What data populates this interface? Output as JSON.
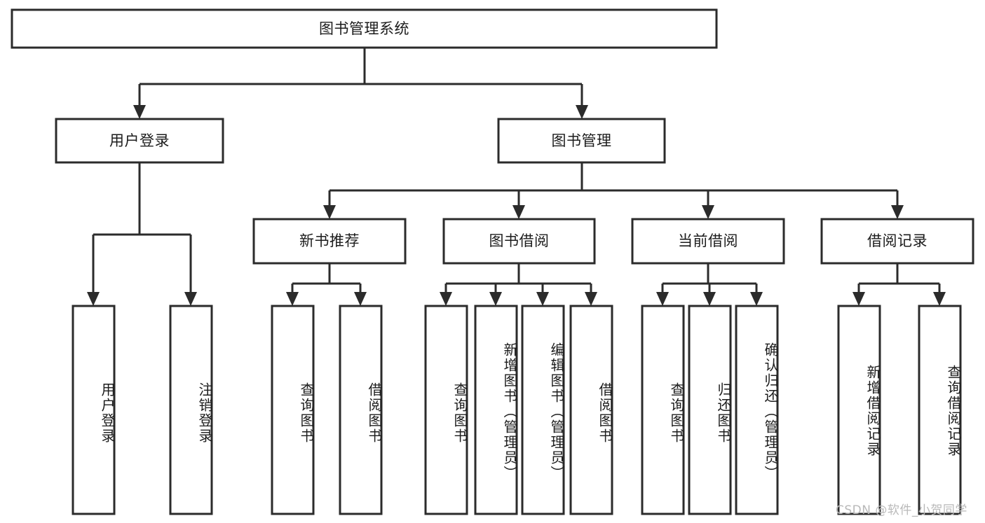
{
  "diagram": {
    "type": "tree-hierarchy",
    "title": "图书管理系统",
    "watermark": "CSDN @软件_小贺同学",
    "colors": {
      "node_stroke": "#2b2b2b",
      "node_fill": "#ffffff",
      "text": "#1c1c1c",
      "background": "#ffffff",
      "watermark": "#b9b9b9"
    },
    "levels": {
      "root": {
        "label": "图书管理系统"
      },
      "level2": [
        {
          "id": "user-login",
          "label": "用户登录"
        },
        {
          "id": "book-management",
          "label": "图书管理"
        }
      ],
      "level3": [
        {
          "id": "new-book-recommend",
          "label": "新书推荐",
          "parent": "book-management"
        },
        {
          "id": "book-borrow",
          "label": "图书借阅",
          "parent": "book-management"
        },
        {
          "id": "current-borrow",
          "label": "当前借阅",
          "parent": "book-management"
        },
        {
          "id": "borrow-record",
          "label": "借阅记录",
          "parent": "book-management"
        }
      ],
      "leaves": {
        "user-login": [
          {
            "id": "leaf-user-login",
            "label": "用户登录"
          },
          {
            "id": "leaf-logout",
            "label": "注销登录"
          }
        ],
        "new-book-recommend": [
          {
            "id": "leaf-query-book-1",
            "label": "查询图书"
          },
          {
            "id": "leaf-borrow-book-1",
            "label": "借阅图书"
          }
        ],
        "book-borrow": [
          {
            "id": "leaf-query-book-2",
            "label": "查询图书"
          },
          {
            "id": "leaf-add-book",
            "label": "新增图书（管理员）"
          },
          {
            "id": "leaf-edit-book",
            "label": "编辑图书（管理员）"
          },
          {
            "id": "leaf-borrow-book-2",
            "label": "借阅图书"
          }
        ],
        "current-borrow": [
          {
            "id": "leaf-query-book-3",
            "label": "查询图书"
          },
          {
            "id": "leaf-return-book",
            "label": "归还图书"
          },
          {
            "id": "leaf-confirm-return",
            "label": "确认归还（管理员）"
          }
        ],
        "borrow-record": [
          {
            "id": "leaf-add-record",
            "label": "新增借阅记录"
          },
          {
            "id": "leaf-query-record",
            "label": "查询借阅记录"
          }
        ]
      }
    }
  }
}
